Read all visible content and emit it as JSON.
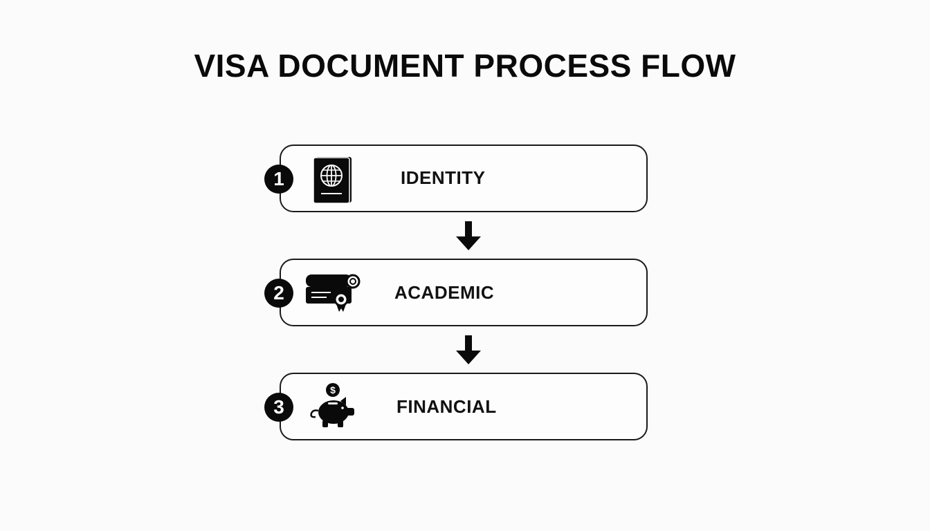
{
  "title": "VISA DOCUMENT PROCESS FLOW",
  "steps": [
    {
      "number": "1",
      "label": "IDENTITY",
      "icon": "passport-icon"
    },
    {
      "number": "2",
      "label": "ACADEMIC",
      "icon": "diploma-certificate-icon"
    },
    {
      "number": "3",
      "label": "FINANCIAL",
      "icon": "piggy-bank-icon"
    }
  ],
  "piggy_coin_symbol": "$",
  "colors": {
    "background": "#fbfbfb",
    "ink": "#0a0a0a",
    "card_border": "#1a1a1a"
  }
}
